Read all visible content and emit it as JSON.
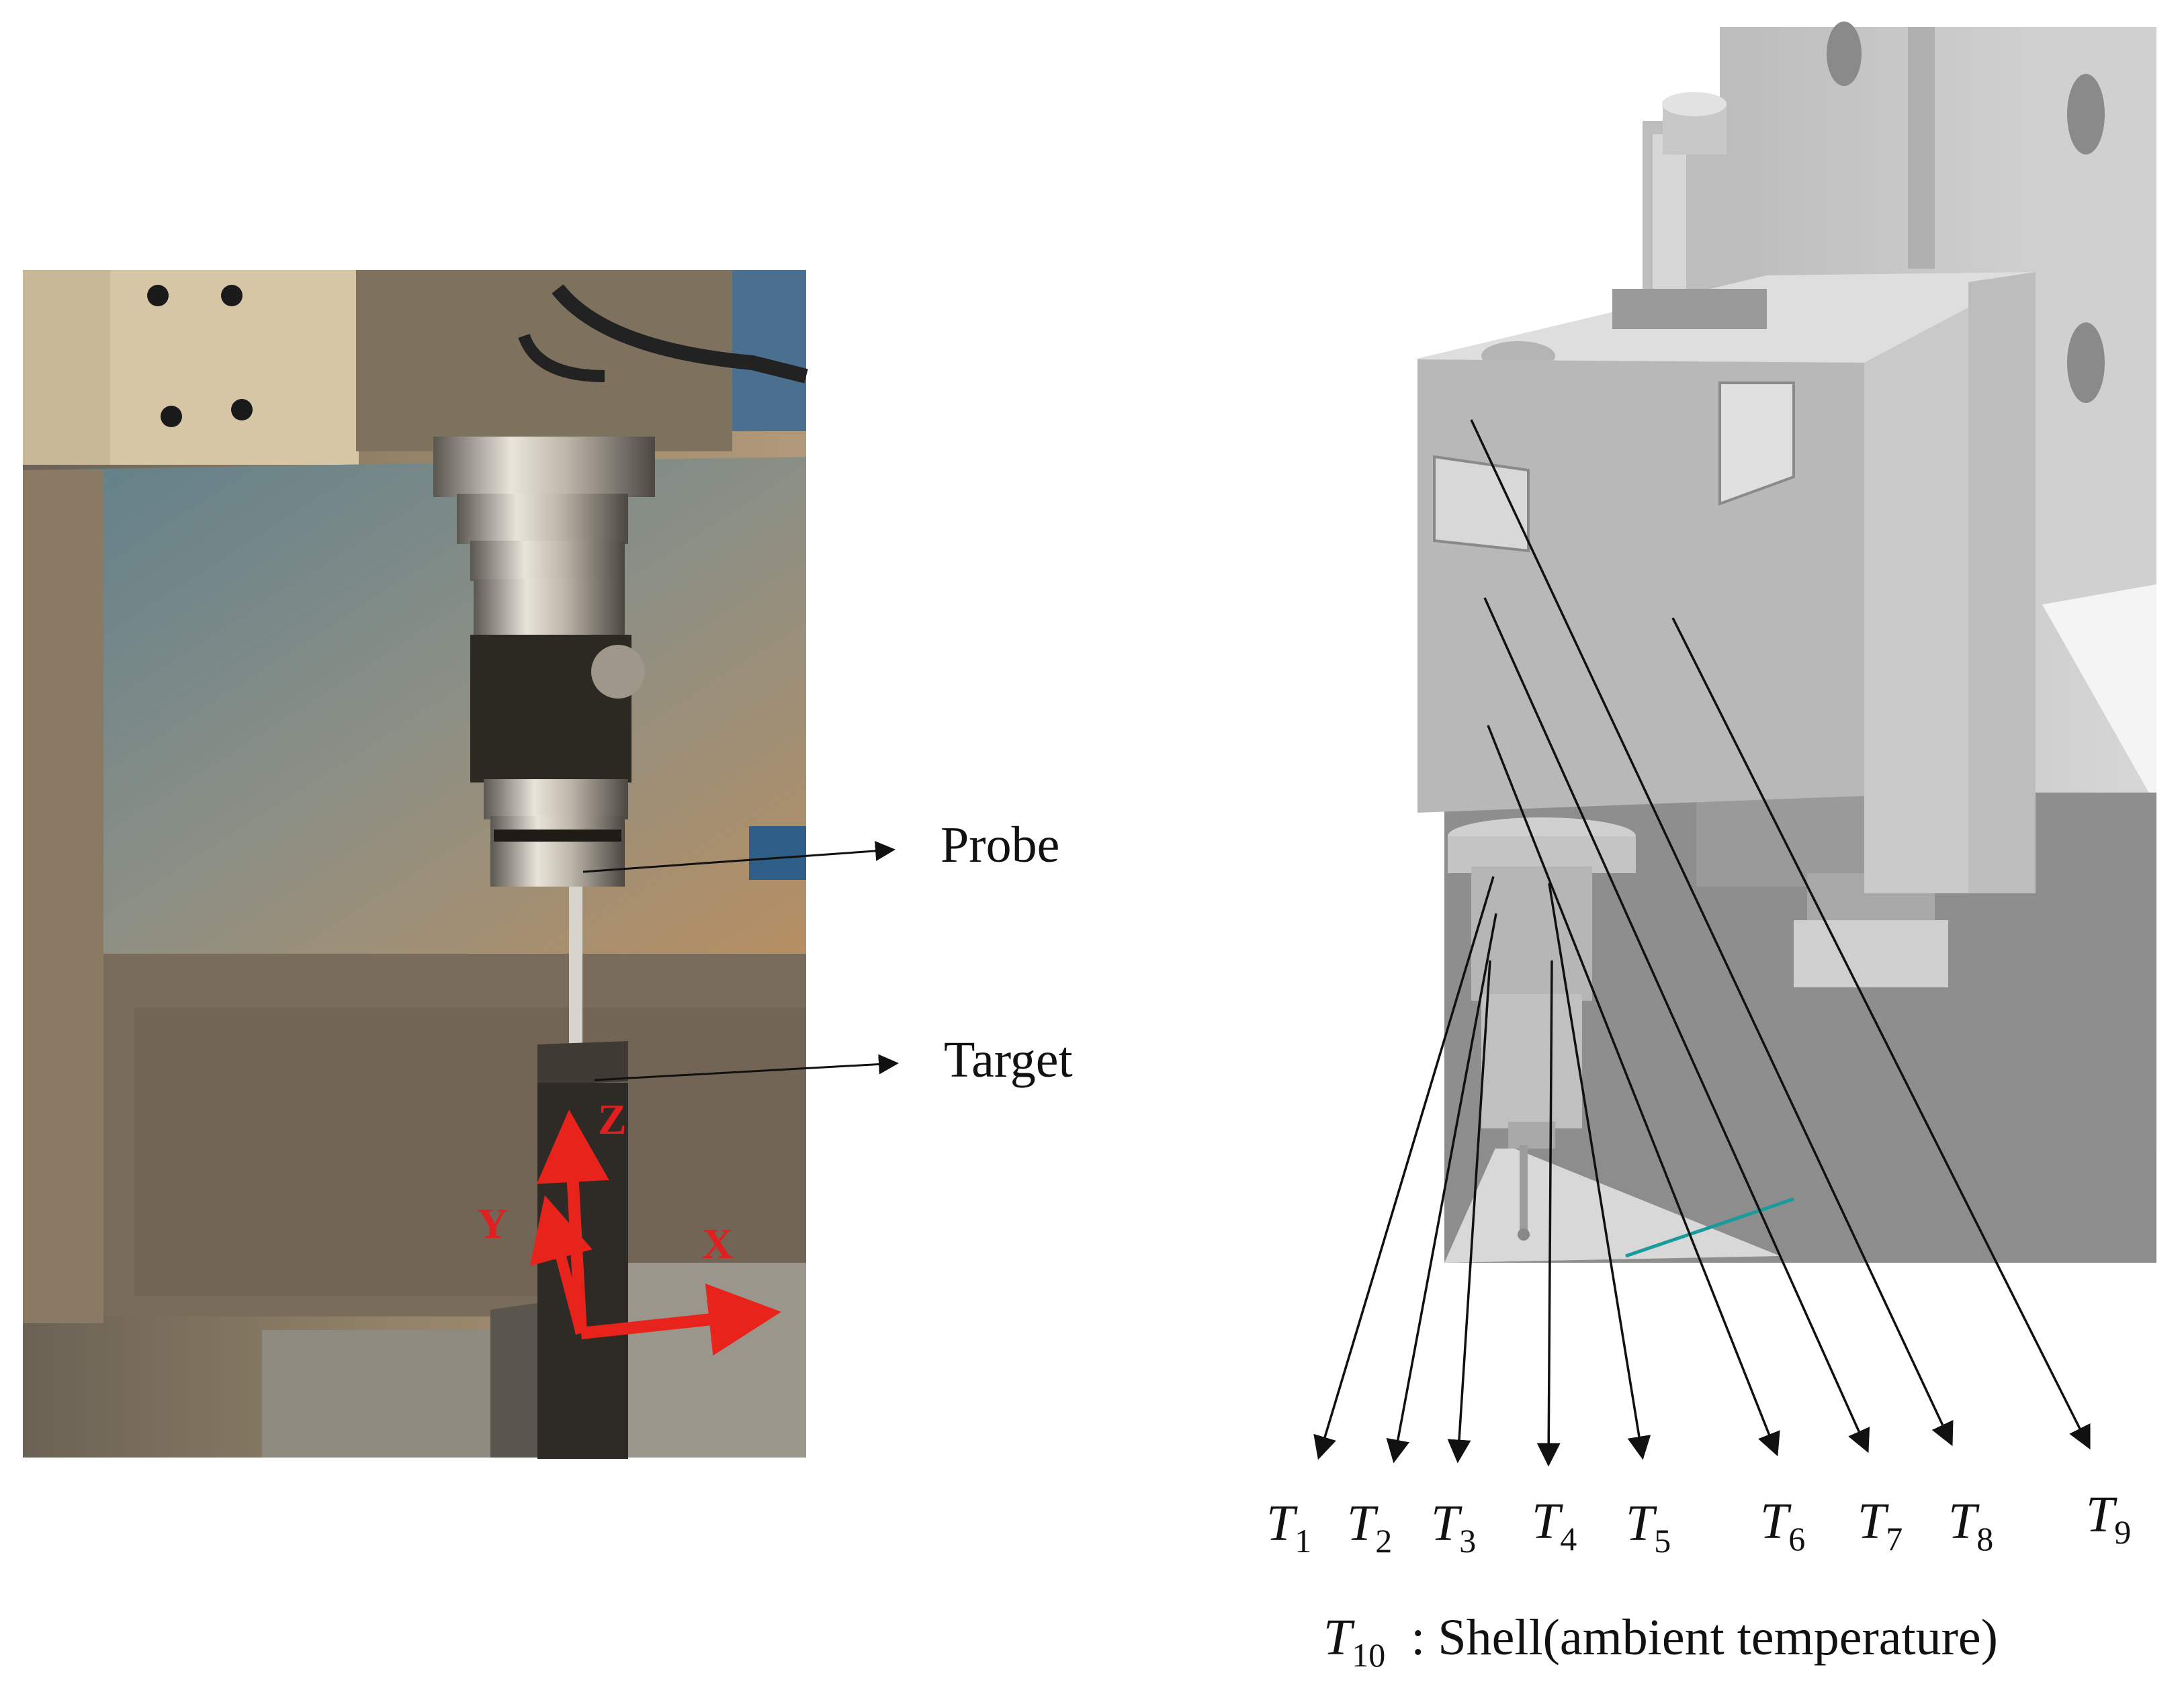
{
  "photo_labels": {
    "probe": "Probe",
    "target": "Target"
  },
  "axes": {
    "x": "X",
    "y": "Y",
    "z": "Z"
  },
  "sensors": [
    {
      "letter": "T",
      "index": "1"
    },
    {
      "letter": "T",
      "index": "2"
    },
    {
      "letter": "T",
      "index": "3"
    },
    {
      "letter": "T",
      "index": "4"
    },
    {
      "letter": "T",
      "index": "5"
    },
    {
      "letter": "T",
      "index": "6"
    },
    {
      "letter": "T",
      "index": "7"
    },
    {
      "letter": "T",
      "index": "8"
    },
    {
      "letter": "T",
      "index": "9"
    }
  ],
  "note": {
    "letter": "T",
    "index": "10",
    "text": ": Shell(ambient temperature)"
  },
  "colors": {
    "axis_arrow": "#e8231c",
    "leader": "#111111"
  }
}
